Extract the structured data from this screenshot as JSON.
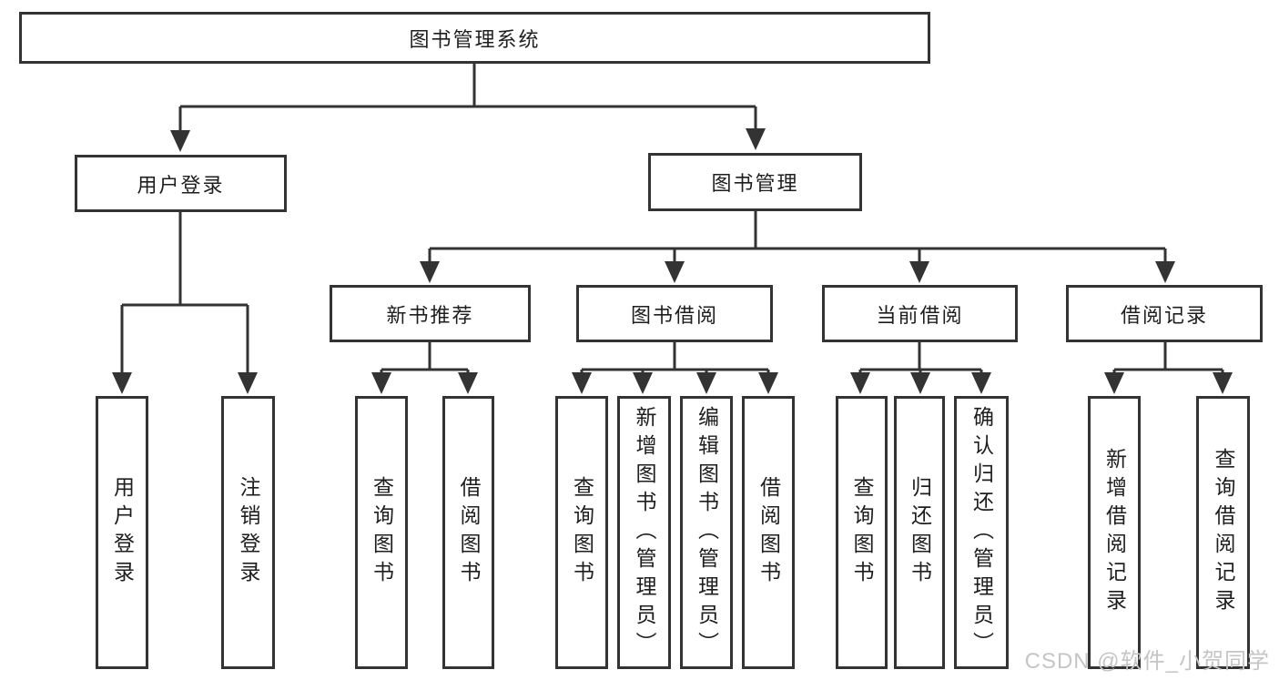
{
  "diagram": {
    "type": "hierarchy-tree",
    "root": {
      "label": "图书管理系统"
    },
    "branches": {
      "login": {
        "label": "用户登录",
        "children": {
          "user_login": {
            "label": "用户登录"
          },
          "logout": {
            "label": "注销登录"
          }
        }
      },
      "management": {
        "label": "图书管理",
        "children": {
          "newbook": {
            "label": "新书推荐",
            "children": {
              "query": {
                "label": "查询图书"
              },
              "borrow": {
                "label": "借阅图书"
              }
            }
          },
          "borrow": {
            "label": "图书借阅",
            "children": {
              "query": {
                "label": "查询图书"
              },
              "add": {
                "label": "新增图书（管理员）"
              },
              "edit": {
                "label": "编辑图书（管理员）"
              },
              "borrow": {
                "label": "借阅图书"
              }
            }
          },
          "current": {
            "label": "当前借阅",
            "children": {
              "query": {
                "label": "查询图书"
              },
              "return": {
                "label": "归还图书"
              },
              "confirm": {
                "label": "确认归还（管理员）"
              }
            }
          },
          "records": {
            "label": "借阅记录",
            "children": {
              "add": {
                "label": "新增借阅记录"
              },
              "query": {
                "label": "查询借阅记录"
              }
            }
          }
        }
      }
    }
  },
  "watermark": {
    "text": "CSDN @软件_小贺同学"
  },
  "colors": {
    "line": "#333333",
    "text": "#1e1e1e",
    "background": "#ffffff",
    "watermark": "#c5c5c5"
  }
}
